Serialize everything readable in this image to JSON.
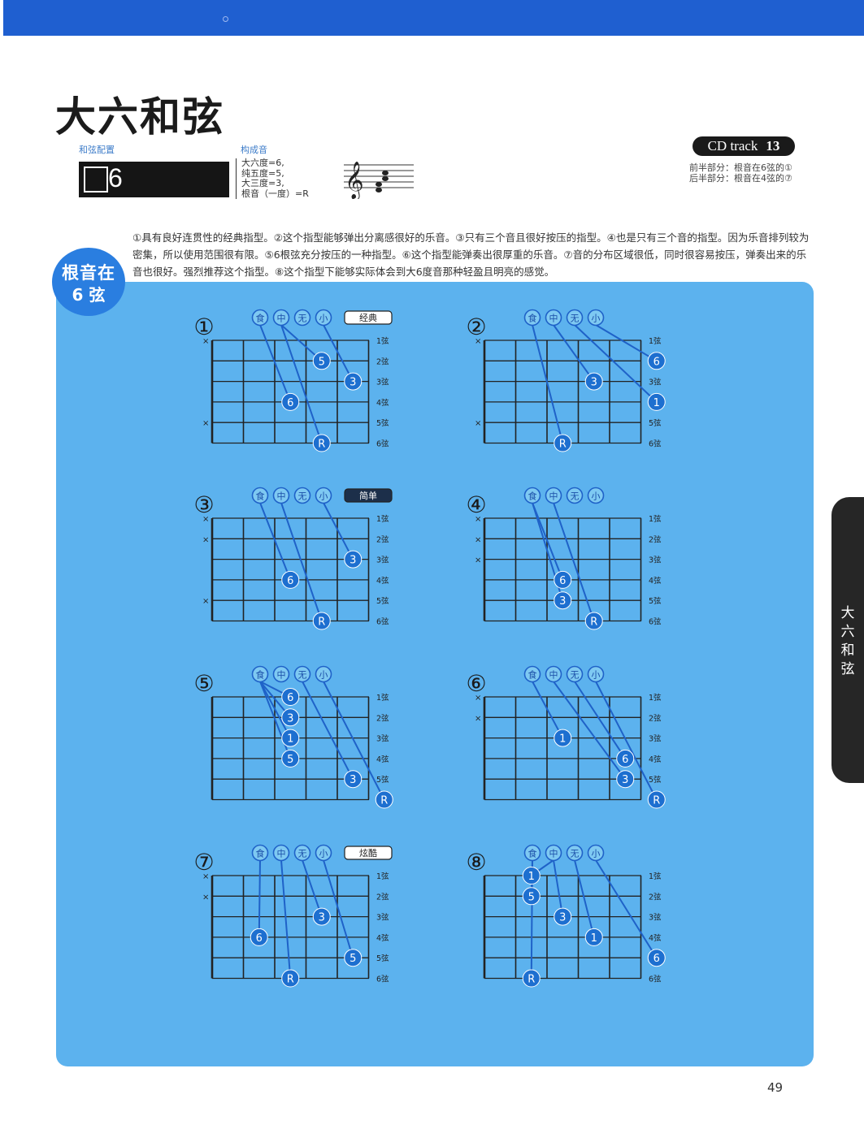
{
  "page": {
    "title": "大六和弦",
    "chord_config_label": "和弦配置",
    "composition_label": "构成音",
    "chord_name": "6",
    "composition_lines": [
      "大六度=6,",
      "纯五度=5,",
      "大三度=3,",
      "根音（一度）=R"
    ],
    "cd_label": "CD track",
    "cd_number": "13",
    "cd_notes": [
      "前半部分：根音在6弦的①",
      "后半部分：根音在4弦的⑦"
    ],
    "description": "①具有良好连贯性的经典指型。②这个指型能够弹出分离感很好的乐音。③只有三个音且很好按压的指型。④也是只有三个音的指型。因为乐音排列较为密集，所以使用范围很有限。⑤6根弦充分按压的一种指型。⑥这个指型能弹奏出很厚重的乐音。⑦音的分布区域很低，同时很容易按压，弹奏出来的乐音也很好。强烈推荐这个指型。⑧这个指型下能够实际体会到大6度音那种轻盈且明亮的感觉。",
    "root_badge_line1": "根音在",
    "root_badge_line2": "6 弦",
    "side_tab": "大六和弦",
    "page_number": "49"
  },
  "strings": [
    "1弦",
    "2弦",
    "3弦",
    "4弦",
    "5弦",
    "6弦"
  ],
  "fingers": [
    "食",
    "中",
    "无",
    "小"
  ],
  "diagrams": [
    {
      "num": "①",
      "tag": "经典",
      "tag_dark": false,
      "muted": [
        1,
        5
      ],
      "notes": [
        {
          "s": 2,
          "f": 4,
          "label": "5",
          "finger": 1
        },
        {
          "s": 3,
          "f": 5,
          "label": "3",
          "finger": 3
        },
        {
          "s": 4,
          "f": 3,
          "label": "6",
          "finger": 0
        },
        {
          "s": 6,
          "f": 4,
          "label": "R",
          "finger": 1
        }
      ]
    },
    {
      "num": "②",
      "tag": "",
      "tag_dark": false,
      "muted": [
        1,
        5
      ],
      "notes": [
        {
          "s": 2,
          "f": 6,
          "label": "6",
          "finger": 3
        },
        {
          "s": 3,
          "f": 4,
          "label": "3",
          "finger": 1
        },
        {
          "s": 4,
          "f": 6,
          "label": "1",
          "finger": 2
        },
        {
          "s": 6,
          "f": 3,
          "label": "R",
          "finger": 0
        }
      ]
    },
    {
      "num": "③",
      "tag": "简单",
      "tag_dark": true,
      "muted": [
        1,
        2,
        5
      ],
      "notes": [
        {
          "s": 3,
          "f": 5,
          "label": "3",
          "finger": 3
        },
        {
          "s": 4,
          "f": 3,
          "label": "6",
          "finger": 0
        },
        {
          "s": 6,
          "f": 4,
          "label": "R",
          "finger": 1
        }
      ]
    },
    {
      "num": "④",
      "tag": "",
      "tag_dark": false,
      "muted": [
        1,
        2,
        3
      ],
      "notes": [
        {
          "s": 4,
          "f": 3,
          "label": "6",
          "finger": 0
        },
        {
          "s": 5,
          "f": 3,
          "label": "3",
          "finger": 0
        },
        {
          "s": 6,
          "f": 4,
          "label": "R",
          "finger": 1
        }
      ]
    },
    {
      "num": "⑤",
      "tag": "",
      "tag_dark": false,
      "muted": [],
      "notes": [
        {
          "s": 1,
          "f": 3,
          "label": "6",
          "finger": 0
        },
        {
          "s": 2,
          "f": 3,
          "label": "3",
          "finger": 0
        },
        {
          "s": 3,
          "f": 3,
          "label": "1",
          "finger": 0
        },
        {
          "s": 4,
          "f": 3,
          "label": "5",
          "finger": 0
        },
        {
          "s": 5,
          "f": 5,
          "label": "3",
          "finger": 2
        },
        {
          "s": 6,
          "f": 6,
          "label": "R",
          "finger": 3
        }
      ]
    },
    {
      "num": "⑥",
      "tag": "",
      "tag_dark": false,
      "muted": [
        1,
        2
      ],
      "notes": [
        {
          "s": 3,
          "f": 3,
          "label": "1",
          "finger": 0
        },
        {
          "s": 4,
          "f": 5,
          "label": "6",
          "finger": 2
        },
        {
          "s": 5,
          "f": 5,
          "label": "3",
          "finger": 1
        },
        {
          "s": 6,
          "f": 6,
          "label": "R",
          "finger": 3
        }
      ]
    },
    {
      "num": "⑦",
      "tag": "炫酷",
      "tag_dark": false,
      "muted": [
        1,
        2
      ],
      "notes": [
        {
          "s": 3,
          "f": 4,
          "label": "3",
          "finger": 2
        },
        {
          "s": 4,
          "f": 2,
          "label": "6",
          "finger": 0
        },
        {
          "s": 5,
          "f": 5,
          "label": "5",
          "finger": 3
        },
        {
          "s": 6,
          "f": 3,
          "label": "R",
          "finger": 1
        }
      ]
    },
    {
      "num": "⑧",
      "tag": "",
      "tag_dark": false,
      "muted": [],
      "notes": [
        {
          "s": 1,
          "f": 2,
          "label": "1",
          "finger": 1
        },
        {
          "s": 2,
          "f": 2,
          "label": "5",
          "finger": 0
        },
        {
          "s": 3,
          "f": 3,
          "label": "3",
          "finger": 1
        },
        {
          "s": 4,
          "f": 4,
          "label": "1",
          "finger": 2
        },
        {
          "s": 5,
          "f": 6,
          "label": "6",
          "finger": 3
        },
        {
          "s": 6,
          "f": 2,
          "label": "R",
          "finger": 0
        }
      ]
    }
  ],
  "colors": {
    "blue_bar": "#1f5fd0",
    "panel": "#5cb2ee",
    "dot": "#1d6fd0",
    "line": "#1f62c8"
  }
}
